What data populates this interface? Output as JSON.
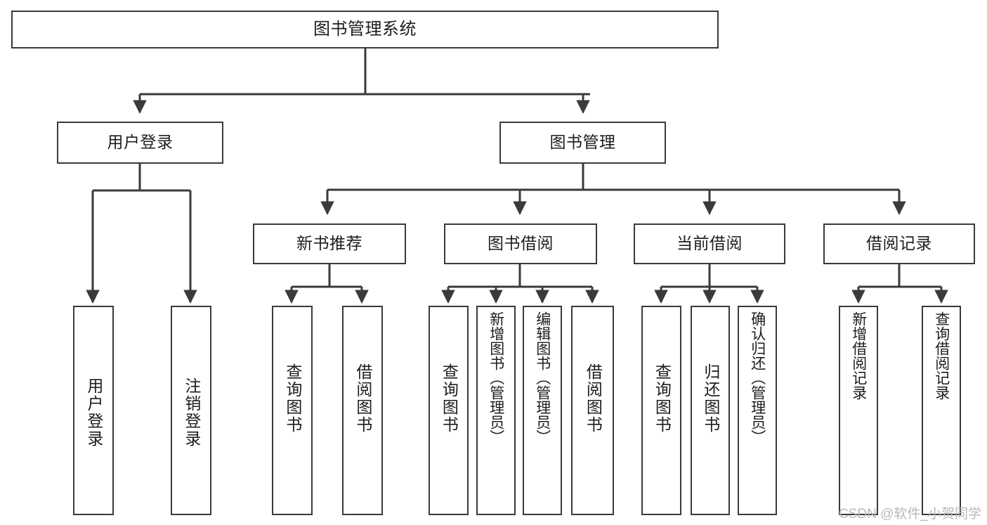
{
  "diagram": {
    "title": "图书管理系统",
    "type": "tree",
    "colors": {
      "box_border": "#3a3a3a",
      "box_fill": "#ffffff",
      "edge": "#3a3a3a",
      "text": "#1d1d1d",
      "watermark": "#b9b9b9"
    },
    "root": {
      "label": "图书管理系统"
    },
    "level2": [
      {
        "id": "user-login",
        "label": "用户登录"
      },
      {
        "id": "book-manage",
        "label": "图书管理"
      }
    ],
    "level3": [
      {
        "id": "new-book-rec",
        "label": "新书推荐"
      },
      {
        "id": "book-borrow",
        "label": "图书借阅"
      },
      {
        "id": "current-borrow",
        "label": "当前借阅"
      },
      {
        "id": "borrow-record",
        "label": "借阅记录"
      }
    ],
    "leaves": [
      {
        "id": "leaf-user-login",
        "label": "用户登录",
        "parent": "user-login"
      },
      {
        "id": "leaf-user-logout",
        "label": "注销登录",
        "parent": "user-login"
      },
      {
        "id": "leaf-query-book-1",
        "label": "查询图书",
        "parent": "new-book-rec"
      },
      {
        "id": "leaf-borrow-book-1",
        "label": "借阅图书",
        "parent": "new-book-rec"
      },
      {
        "id": "leaf-query-book-2",
        "label": "查询图书",
        "parent": "book-borrow"
      },
      {
        "id": "leaf-add-book",
        "label": "新增图书（管理员）",
        "parent": "book-borrow"
      },
      {
        "id": "leaf-edit-book",
        "label": "编辑图书（管理员）",
        "parent": "book-borrow"
      },
      {
        "id": "leaf-borrow-book-2",
        "label": "借阅图书",
        "parent": "book-borrow"
      },
      {
        "id": "leaf-query-book-3",
        "label": "查询图书",
        "parent": "current-borrow"
      },
      {
        "id": "leaf-return-book",
        "label": "归还图书",
        "parent": "current-borrow"
      },
      {
        "id": "leaf-confirm-return",
        "label": "确认归还（管理员）",
        "parent": "current-borrow"
      },
      {
        "id": "leaf-add-record",
        "label": "新增借阅记录",
        "parent": "borrow-record"
      },
      {
        "id": "leaf-query-record",
        "label": "查询借阅记录",
        "parent": "borrow-record"
      }
    ]
  },
  "watermark": {
    "text": "CSDN @软件_小贺同学"
  }
}
